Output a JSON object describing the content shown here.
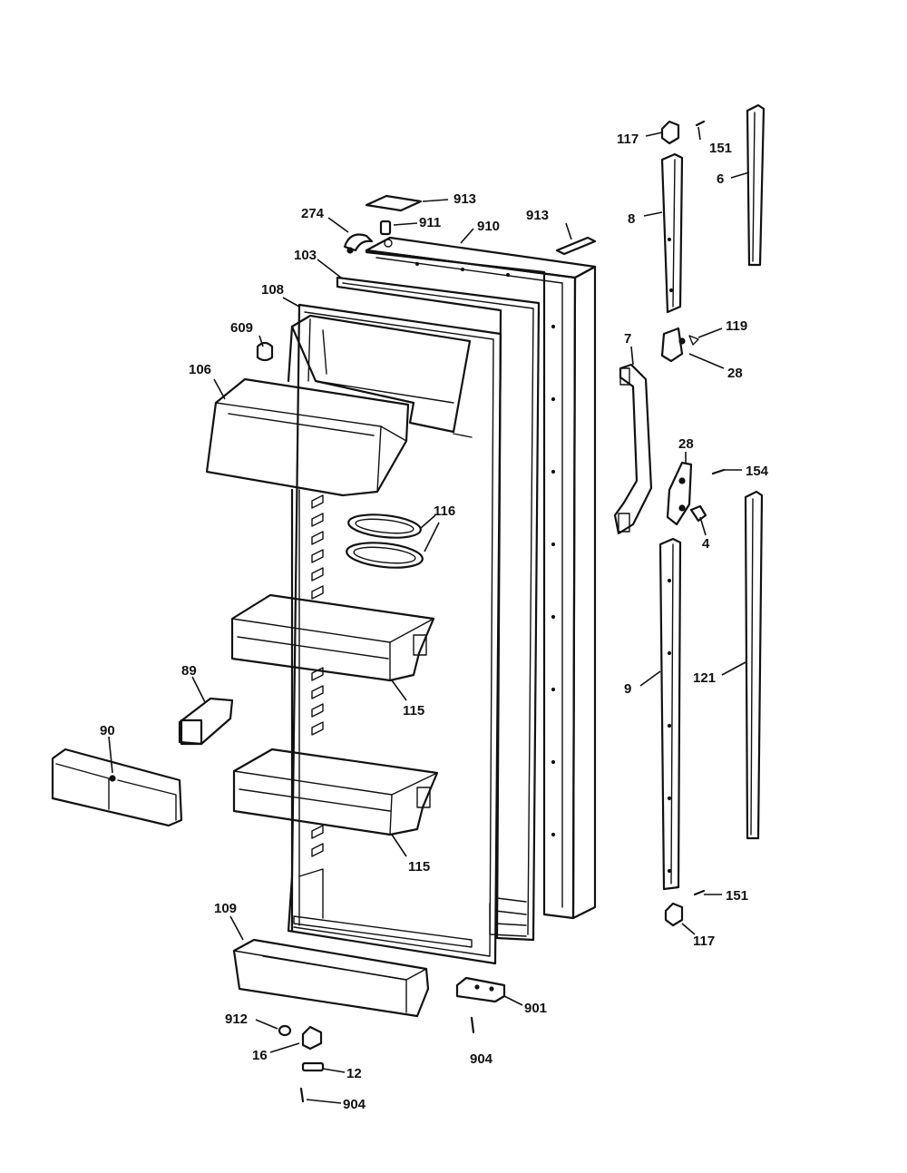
{
  "diagram": {
    "labels": [
      "117",
      "151",
      "6",
      "913",
      "274",
      "911",
      "910",
      "913",
      "8",
      "103",
      "108",
      "119",
      "609",
      "7",
      "28",
      "106",
      "28",
      "154",
      "116",
      "4",
      "89",
      "115",
      "9",
      "121",
      "90",
      "115",
      "109",
      "151",
      "117",
      "901",
      "912",
      "16",
      "904",
      "12",
      "904"
    ]
  }
}
